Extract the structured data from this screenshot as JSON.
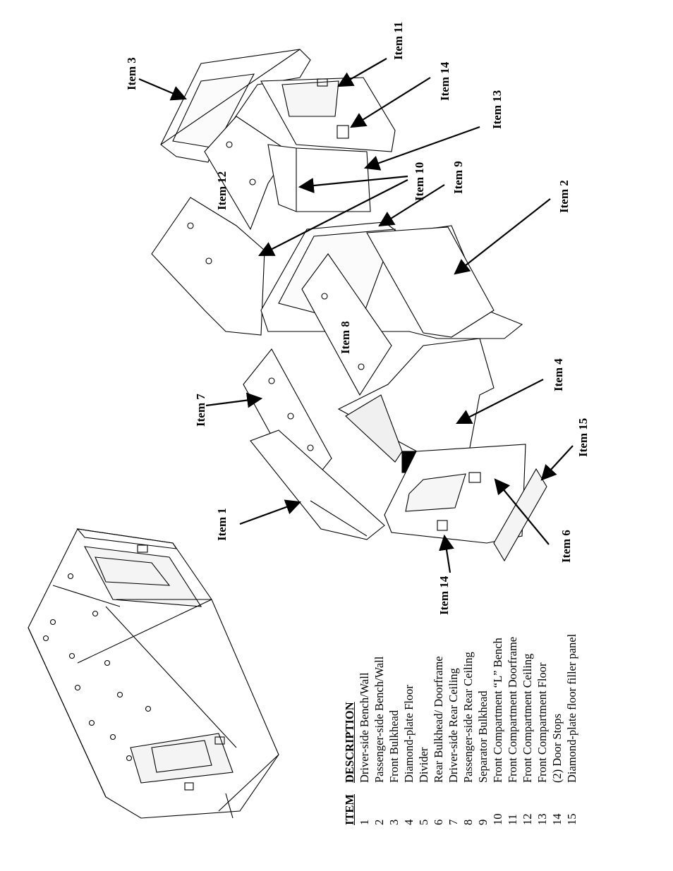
{
  "callouts": {
    "item1": "Item 1",
    "item2": "Item 2",
    "item3": "Item 3",
    "item4": "Item 4",
    "item6": "Item 6",
    "item7": "Item 7",
    "item8": "Item 8",
    "item9": "Item 9",
    "item10": "Item 10",
    "item11": "Item 11",
    "item12": "Item 12",
    "item13": "Item 13",
    "item14a": "Item 14",
    "item14b": "Item 14",
    "item15": "Item 15"
  },
  "table": {
    "header_item": "ITEM",
    "header_desc": "DESCRIPTION",
    "rows": [
      {
        "num": "1",
        "desc": "Driver-side Bench/Wall"
      },
      {
        "num": "2",
        "desc": "Passenger-side Bench/Wall"
      },
      {
        "num": "3",
        "desc": "Front Bulkhead"
      },
      {
        "num": "4",
        "desc": "Diamond-plate Floor"
      },
      {
        "num": "5",
        "desc": "Divider"
      },
      {
        "num": "6",
        "desc": "Rear Bulkhead/ Doorframe"
      },
      {
        "num": "7",
        "desc": "Driver-side Rear Ceiling"
      },
      {
        "num": "8",
        "desc": "Passenger-side Rear Ceiling"
      },
      {
        "num": "9",
        "desc": "Separator Bulkhead"
      },
      {
        "num": "10",
        "desc": "Front Compartment “L” Bench"
      },
      {
        "num": "11",
        "desc": "Front Compartment Doorframe"
      },
      {
        "num": "12",
        "desc": "Front Compartment Ceiling"
      },
      {
        "num": "13",
        "desc": "Front Compartment Floor"
      },
      {
        "num": "14",
        "desc": "(2) Door Stops"
      },
      {
        "num": "15",
        "desc": "Diamond-plate floor filler panel"
      }
    ]
  }
}
